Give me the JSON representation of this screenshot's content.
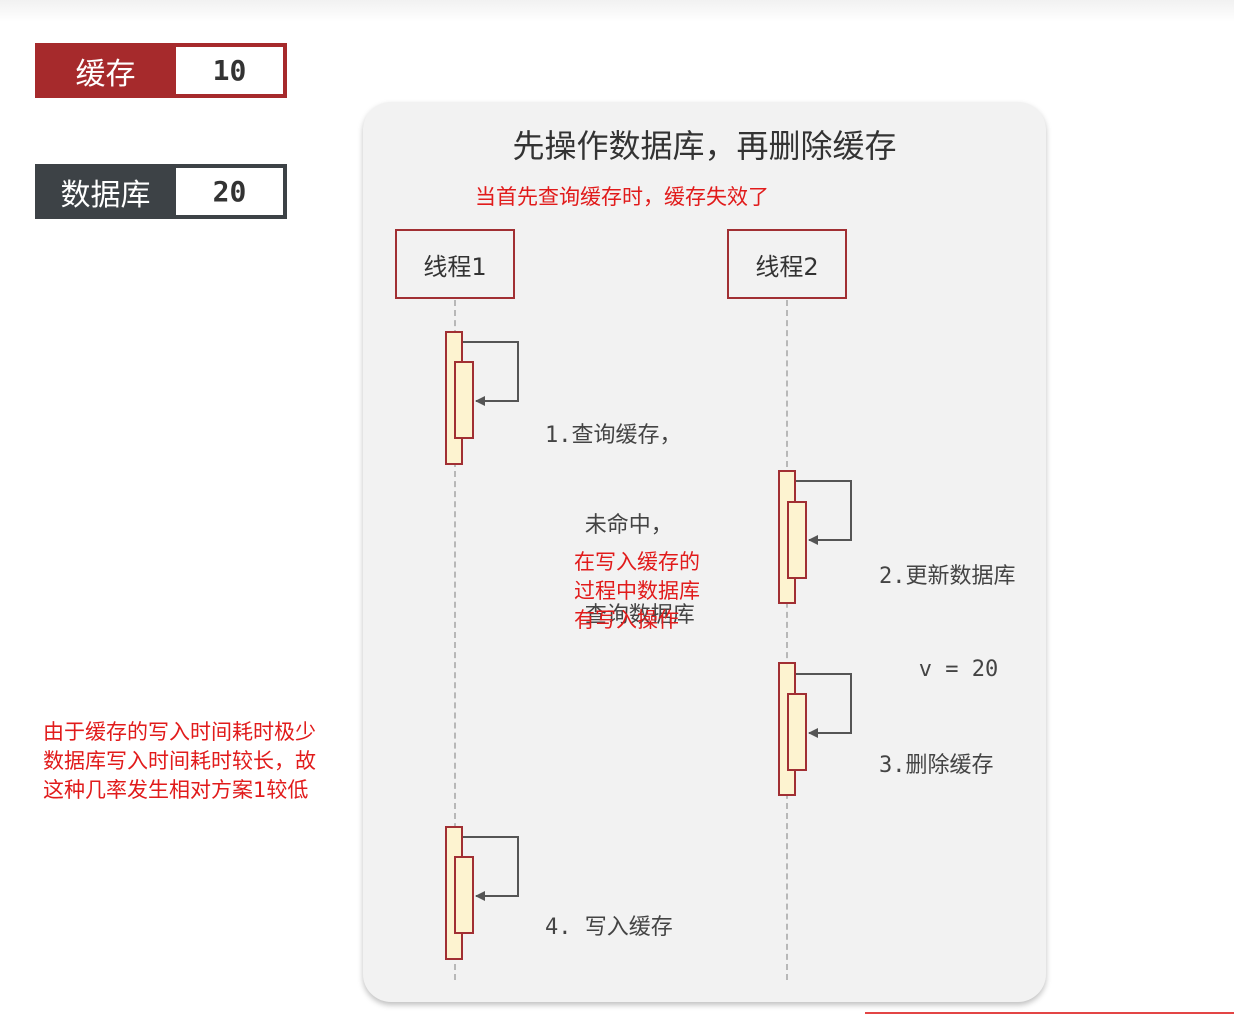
{
  "legend": {
    "cache": {
      "label": "缓存",
      "value": "10"
    },
    "db": {
      "label": "数据库",
      "value": "20"
    }
  },
  "panel": {
    "title": "先操作数据库，再删除缓存",
    "note_top": "当首先查询缓存时，缓存失效了",
    "note_middle": [
      "在写入缓存的",
      "过程中数据库",
      "有写入操作"
    ]
  },
  "threads": [
    {
      "label": "线程1"
    },
    {
      "label": "线程2"
    }
  ],
  "steps": [
    {
      "lines": [
        "1.查询缓存，",
        "   未命中，",
        "   查询数据库"
      ]
    },
    {
      "lines": [
        "2.更新数据库",
        "   v = 20"
      ]
    },
    {
      "lines": [
        "3.删除缓存"
      ]
    },
    {
      "lines": [
        "4. 写入缓存"
      ]
    }
  ],
  "side_note": [
    "由于缓存的写入时间耗时极少",
    "数据库写入时间耗时较长，故",
    "这种几率发生相对方案1较低"
  ],
  "colors": {
    "cache_bg": "#a62a2c",
    "db_bg": "#3d4246",
    "border": "#a12f33",
    "activation_fill": "#fdf3d0",
    "note_red": "#e11b1b"
  }
}
